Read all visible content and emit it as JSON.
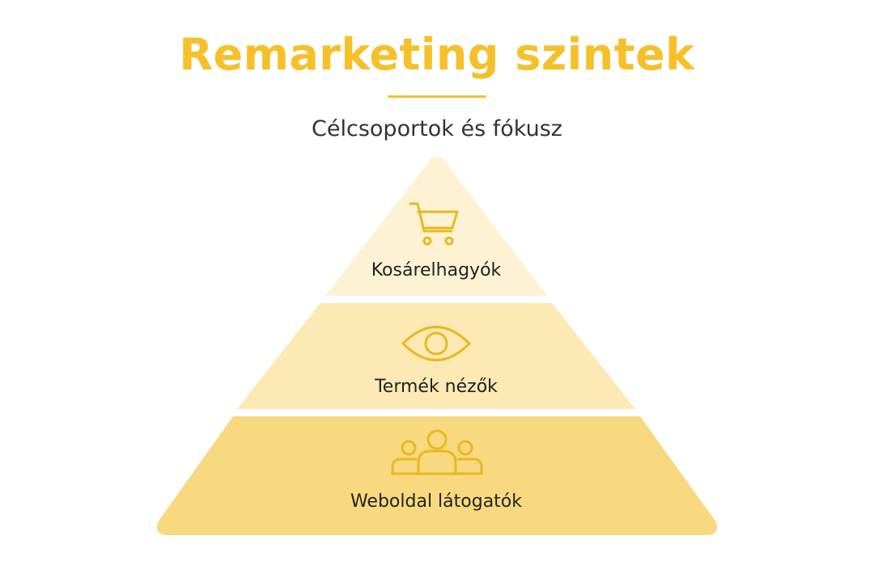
{
  "title": "Remarketing szintek",
  "subtitle": "Célcsoportok és fókusz",
  "colors": {
    "accent": "#f5c02a",
    "level_top": "#fdf3d4",
    "level_middle": "#fce9b4",
    "level_bottom": "#f9d97f",
    "icon_stroke": "#e9b820",
    "label_text": "#222222"
  },
  "levels": [
    {
      "label": "Kosárelhagyók",
      "icon": "shopping-cart-icon"
    },
    {
      "label": "Termék nézők",
      "icon": "eye-icon"
    },
    {
      "label": "Weboldal látogatók",
      "icon": "people-group-icon"
    }
  ]
}
